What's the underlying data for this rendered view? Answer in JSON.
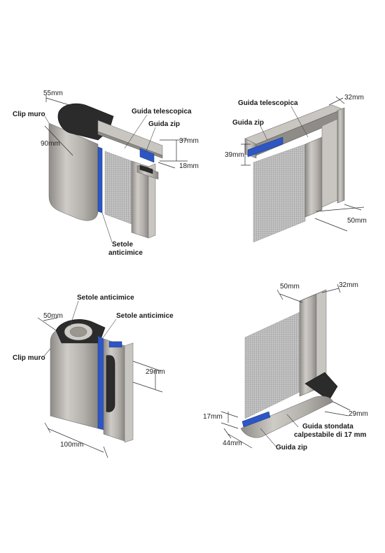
{
  "colors": {
    "metal": "#b9b6b1",
    "cap": "#2b2b2b",
    "brush": "#2d56c4",
    "mesh": "#a6a6a6"
  },
  "panel_top_left": {
    "dim_55": "55mm",
    "dim_90": "90mm",
    "dim_37": "37mm",
    "dim_18": "18mm",
    "clip_muro": "Clip muro",
    "guida_telescopica": "Guida telescopica",
    "guida_zip": "Guida zip",
    "setole_line1": "Setole",
    "setole_line2": "anticimice"
  },
  "panel_top_right": {
    "guida_telescopica": "Guida telescopica",
    "guida_zip": "Guida zip",
    "dim_32": "32mm",
    "dim_39": "39mm",
    "dim_50": "50mm"
  },
  "panel_bottom_left": {
    "setole_a": "Setole anticimice",
    "setole_b": "Setole anticimice",
    "dim_50": "50mm",
    "clip_muro": "Clip muro",
    "dim_29": "29mm",
    "dim_100": "100mm"
  },
  "panel_bottom_right": {
    "dim_50": "50mm",
    "dim_32": "32mm",
    "dim_17": "17mm",
    "dim_29": "29mm",
    "dim_44": "44mm",
    "guida_stondata_line1": "Guida stondata",
    "guida_stondata_line2": "calpestabile di 17 mm",
    "guida_zip": "Guida zip"
  }
}
